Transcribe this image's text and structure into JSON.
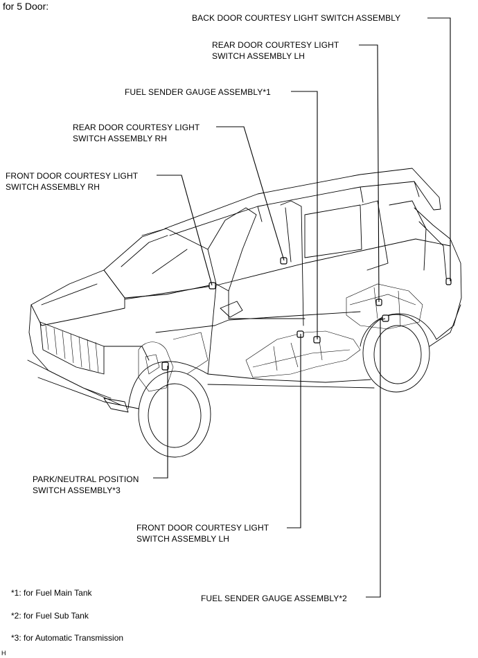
{
  "title": "for 5 Door:",
  "labels": {
    "back_door": "BACK DOOR COURTESY LIGHT SWITCH ASSEMBLY",
    "rear_door_lh_1": "REAR DOOR COURTESY LIGHT",
    "rear_door_lh_2": "SWITCH ASSEMBLY LH",
    "fuel_sender_1": "FUEL SENDER GAUGE ASSEMBLY*1",
    "rear_door_rh_1": "REAR DOOR COURTESY LIGHT",
    "rear_door_rh_2": "SWITCH ASSEMBLY RH",
    "front_door_rh_1": "FRONT DOOR COURTESY LIGHT",
    "front_door_rh_2": "SWITCH ASSEMBLY RH",
    "park_neutral_1": "PARK/NEUTRAL POSITION",
    "park_neutral_2": "SWITCH ASSEMBLY*3",
    "front_door_lh_1": "FRONT DOOR COURTESY LIGHT",
    "front_door_lh_2": "SWITCH ASSEMBLY LH",
    "fuel_sender_2": "FUEL SENDER GAUGE ASSEMBLY*2"
  },
  "notes": [
    "*1: for Fuel Main Tank",
    "*2: for Fuel Sub Tank",
    "*3: for Automatic Transmission"
  ],
  "figure_code": "H"
}
